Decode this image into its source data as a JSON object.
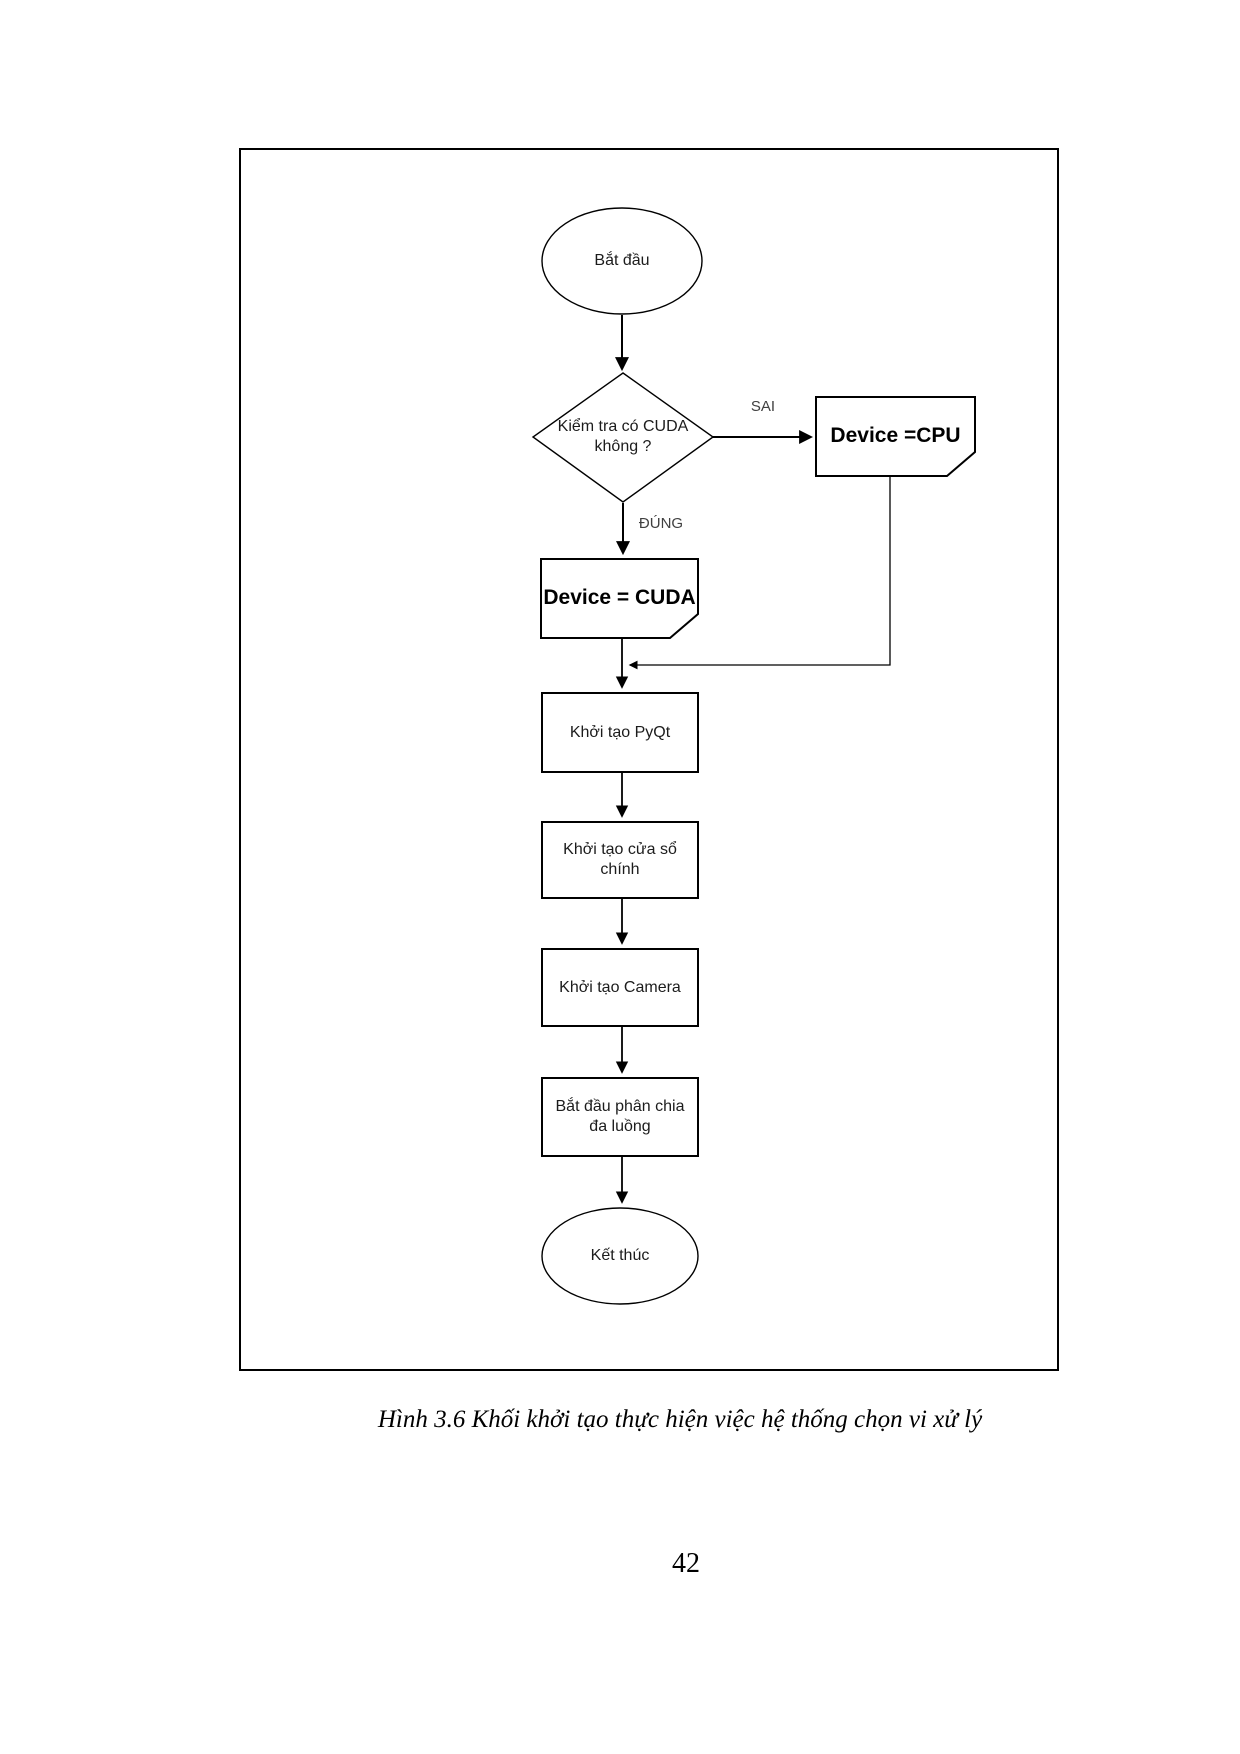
{
  "figure": {
    "caption": "Hình 3.6 Khối khởi tạo thực hiện việc hệ thống chọn vi xử lý",
    "colors": {
      "stroke": "#000000",
      "fill": "#ffffff",
      "label_text": "#1c1c1c"
    },
    "nodes": {
      "start": {
        "type": "terminator",
        "label": "Bắt đầu"
      },
      "decision": {
        "type": "decision",
        "label": "Kiểm tra có CUDA\nkhông ?"
      },
      "device_cpu": {
        "type": "card",
        "label": "Device =CPU"
      },
      "device_cuda": {
        "type": "card",
        "label": "Device = CUDA"
      },
      "init_pyqt": {
        "type": "process",
        "label": "Khởi tạo PyQt"
      },
      "init_window": {
        "type": "process",
        "label": "Khởi tạo cửa sổ\nchính"
      },
      "init_camera": {
        "type": "process",
        "label": "Khởi tạo Camera"
      },
      "start_threads": {
        "type": "process",
        "label": "Bắt đầu phân chia\nđa luồng"
      },
      "end": {
        "type": "terminator",
        "label": "Kết thúc"
      }
    },
    "edge_labels": {
      "no_branch": "SAI",
      "yes_branch": "ĐÚNG"
    }
  },
  "page": {
    "number": "42"
  }
}
